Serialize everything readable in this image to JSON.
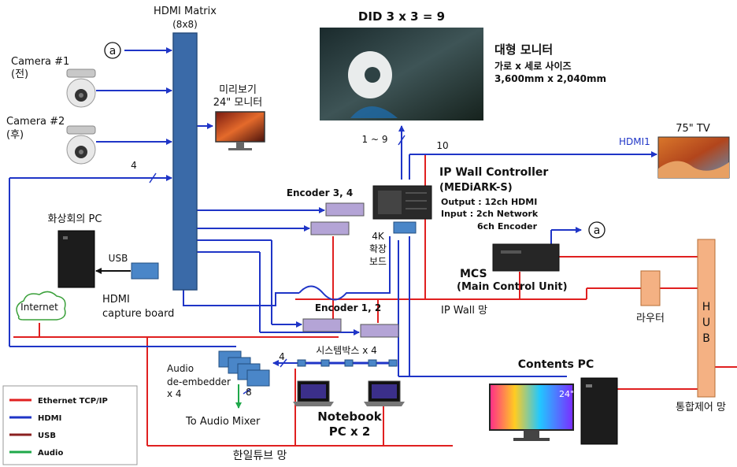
{
  "matrix": {
    "title": "HDMI Matrix",
    "size": "(8x8)"
  },
  "cameras": [
    {
      "name": "Camera #1",
      "position": "(전)"
    },
    {
      "name": "Camera #2",
      "position": "(후)"
    }
  ],
  "preview_monitor": {
    "line1": "미리보기",
    "line2": "24\" 모니터"
  },
  "did": {
    "title": "DID  3 x 3 = 9",
    "side_title": "대형 모니터",
    "side_sub1": "가로 x 세로 사이즈",
    "side_sub2": "3,600mm x 2,040mm"
  },
  "tv": {
    "label": "75\" TV",
    "port_label": "HDMI1"
  },
  "ip_wall_controller": {
    "title": "IP Wall Controller",
    "model": "(MEDiARK-S)",
    "output": "Output : 12ch HDMI",
    "input": "Input : 2ch Network",
    "encoder": "6ch Encoder"
  },
  "expansion_board": {
    "l1": "4K",
    "l2": "확장",
    "l3": "보드"
  },
  "mcs": {
    "title": "MCS",
    "subtitle": "(Main Control Unit)"
  },
  "encoders": {
    "upper": "Encoder 3, 4",
    "lower": "Encoder 1, 2"
  },
  "vc_pc": {
    "label": "화상회의 PC",
    "usb": "USB"
  },
  "capture_board": {
    "l1": "HDMI",
    "l2": "capture board"
  },
  "internet": {
    "label": "Internet"
  },
  "audio": {
    "l1": "Audio",
    "l2": "de-embedder",
    "l3": "x 4",
    "mixer": "To Audio Mixer",
    "count8": "8",
    "count4": "4"
  },
  "system_box": {
    "label": "시스템박스 x 4"
  },
  "notebook": {
    "l1": "Notebook",
    "l2": "PC x 2"
  },
  "contents_pc": {
    "label": "Contents PC",
    "monitor_tag": "24\""
  },
  "router": {
    "label": "라우터"
  },
  "hub": {
    "letters": [
      "H",
      "U",
      "B"
    ],
    "network_label": "통합제어 망"
  },
  "networks": {
    "ip_wall": "IP Wall 망",
    "hanil": "한일튜브 망"
  },
  "wire_counts": {
    "c4": "4",
    "c1to9": "1 ~ 9",
    "c10": "10"
  },
  "ref_marker": "a",
  "legend": [
    {
      "label": "Ethernet TCP/IP",
      "color": "#e02020"
    },
    {
      "label": "HDMI",
      "color": "#1f35c7"
    },
    {
      "label": "USB",
      "color": "#8b2020"
    },
    {
      "label": "Audio",
      "color": "#1fa84a"
    }
  ]
}
